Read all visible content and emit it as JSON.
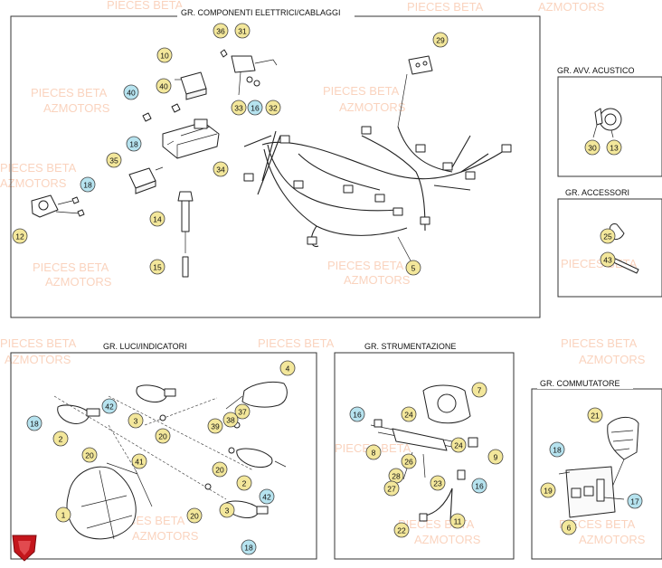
{
  "colors": {
    "callout_yellow": "#f3e79b",
    "callout_blue": "#b6e3ef",
    "watermark": "#f6b08a",
    "logo_red": "#c4161c"
  },
  "watermark": {
    "line1": "PIECES BETA",
    "line2": "AZMOTORS"
  },
  "groups": {
    "componenti": "GR. COMPONENTI ELETTRICI/CABLAGGI",
    "acustico": "GR. AVV. ACUSTICO",
    "accessori": "GR. ACCESSORI",
    "luci": "GR. LUCI/INDICATORI",
    "strumentazione": "GR. STRUMENTAZIONE",
    "commutatore": "GR. COMMUTATORE"
  },
  "callouts": [
    {
      "n": "36",
      "c": "y"
    },
    {
      "n": "31",
      "c": "y"
    },
    {
      "n": "29",
      "c": "y"
    },
    {
      "n": "10",
      "c": "y"
    },
    {
      "n": "40",
      "c": "b"
    },
    {
      "n": "40",
      "c": "y"
    },
    {
      "n": "33",
      "c": "y"
    },
    {
      "n": "16",
      "c": "b"
    },
    {
      "n": "32",
      "c": "y"
    },
    {
      "n": "18",
      "c": "b"
    },
    {
      "n": "35",
      "c": "y"
    },
    {
      "n": "34",
      "c": "y"
    },
    {
      "n": "18",
      "c": "b"
    },
    {
      "n": "12",
      "c": "y"
    },
    {
      "n": "14",
      "c": "y"
    },
    {
      "n": "15",
      "c": "y"
    },
    {
      "n": "5",
      "c": "y"
    },
    {
      "n": "30",
      "c": "y"
    },
    {
      "n": "13",
      "c": "y"
    },
    {
      "n": "25",
      "c": "y"
    },
    {
      "n": "43",
      "c": "y"
    },
    {
      "n": "4",
      "c": "y"
    },
    {
      "n": "18",
      "c": "b"
    },
    {
      "n": "42",
      "c": "b"
    },
    {
      "n": "3",
      "c": "y"
    },
    {
      "n": "2",
      "c": "y"
    },
    {
      "n": "20",
      "c": "y"
    },
    {
      "n": "37",
      "c": "y"
    },
    {
      "n": "38",
      "c": "y"
    },
    {
      "n": "39",
      "c": "y"
    },
    {
      "n": "20",
      "c": "y"
    },
    {
      "n": "41",
      "c": "y"
    },
    {
      "n": "20",
      "c": "y"
    },
    {
      "n": "2",
      "c": "y"
    },
    {
      "n": "42",
      "c": "b"
    },
    {
      "n": "20",
      "c": "y"
    },
    {
      "n": "1",
      "c": "y"
    },
    {
      "n": "3",
      "c": "y"
    },
    {
      "n": "18",
      "c": "b"
    },
    {
      "n": "7",
      "c": "y"
    },
    {
      "n": "16",
      "c": "b"
    },
    {
      "n": "24",
      "c": "y"
    },
    {
      "n": "8",
      "c": "y"
    },
    {
      "n": "24",
      "c": "y"
    },
    {
      "n": "9",
      "c": "y"
    },
    {
      "n": "26",
      "c": "y"
    },
    {
      "n": "28",
      "c": "y"
    },
    {
      "n": "27",
      "c": "y"
    },
    {
      "n": "23",
      "c": "y"
    },
    {
      "n": "16",
      "c": "b"
    },
    {
      "n": "22",
      "c": "y"
    },
    {
      "n": "11",
      "c": "y"
    },
    {
      "n": "21",
      "c": "y"
    },
    {
      "n": "18",
      "c": "b"
    },
    {
      "n": "19",
      "c": "y"
    },
    {
      "n": "17",
      "c": "b"
    },
    {
      "n": "6",
      "c": "y"
    }
  ]
}
